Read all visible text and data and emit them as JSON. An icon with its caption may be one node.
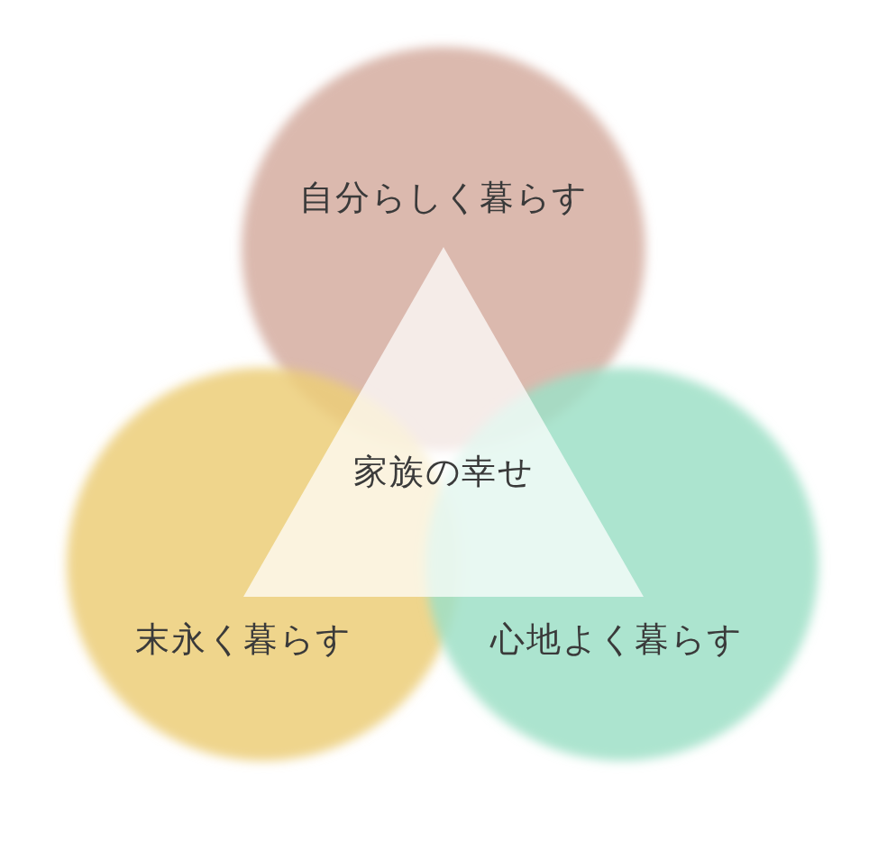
{
  "diagram": {
    "nodes": [
      {
        "text": [
          "自分らしく暮らす"
        ]
      },
      {
        "text": [
          "末永く暮らす"
        ]
      },
      {
        "text": [
          "心地よく暮らす"
        ]
      },
      {
        "text": [
          "家族の幸せ"
        ]
      }
    ]
  }
}
